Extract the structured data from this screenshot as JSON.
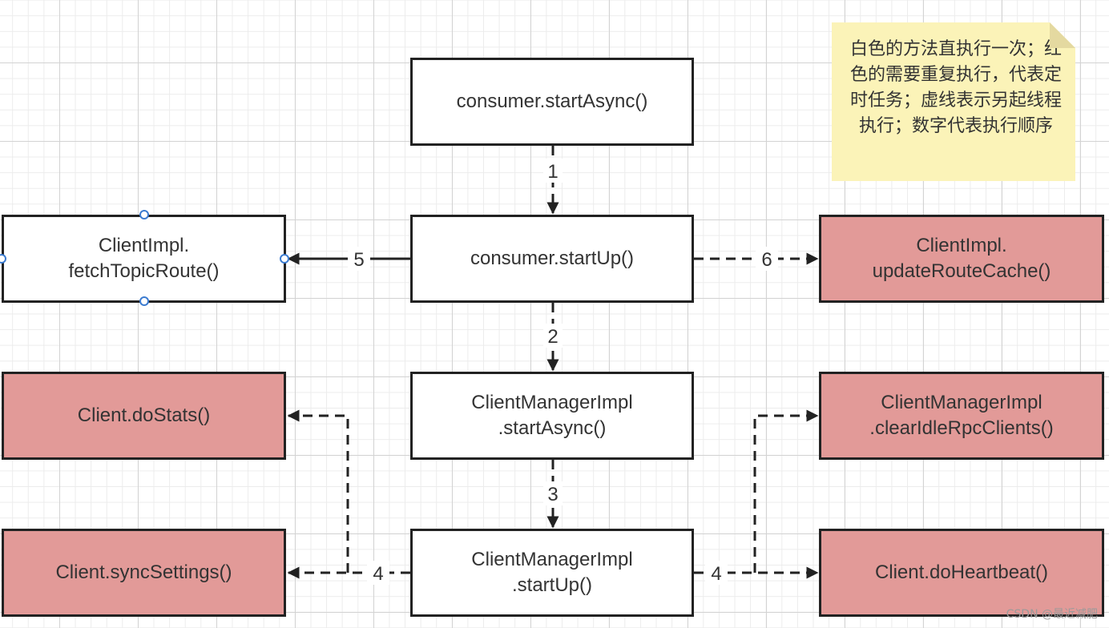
{
  "nodes": {
    "consumer_start_async": "consumer.startAsync()",
    "consumer_start_up": "consumer.startUp()",
    "fetch_topic_route": "ClientImpl.\nfetchTopicRoute()",
    "update_route_cache": "ClientImpl.\nupdateRouteCache()",
    "client_manager_start_async": "ClientManagerImpl\n.startAsync()",
    "client_manager_start_up": "ClientManagerImpl\n.startUp()",
    "do_stats": "Client.doStats()",
    "sync_settings": "Client.syncSettings()",
    "clear_idle_rpc_clients": "ClientManagerImpl\n.clearIdleRpcClients()",
    "do_heartbeat": "Client.doHeartbeat()"
  },
  "edges": {
    "step1": "1",
    "step2": "2",
    "step3": "3",
    "step4_left": "4",
    "step4_right": "4",
    "step5": "5",
    "step6": "6"
  },
  "note": {
    "text": "白色的方法直执行一次；红色的需要重复执行，代表定时任务；虚线表示另起线程执行；数字代表执行顺序"
  },
  "watermark": "CSDN @最近减肥",
  "colors": {
    "red_node_fill": "#e29a98",
    "note_fill": "#fbf3b8",
    "line": "#222222",
    "selection_handle": "#3b7bd0"
  }
}
